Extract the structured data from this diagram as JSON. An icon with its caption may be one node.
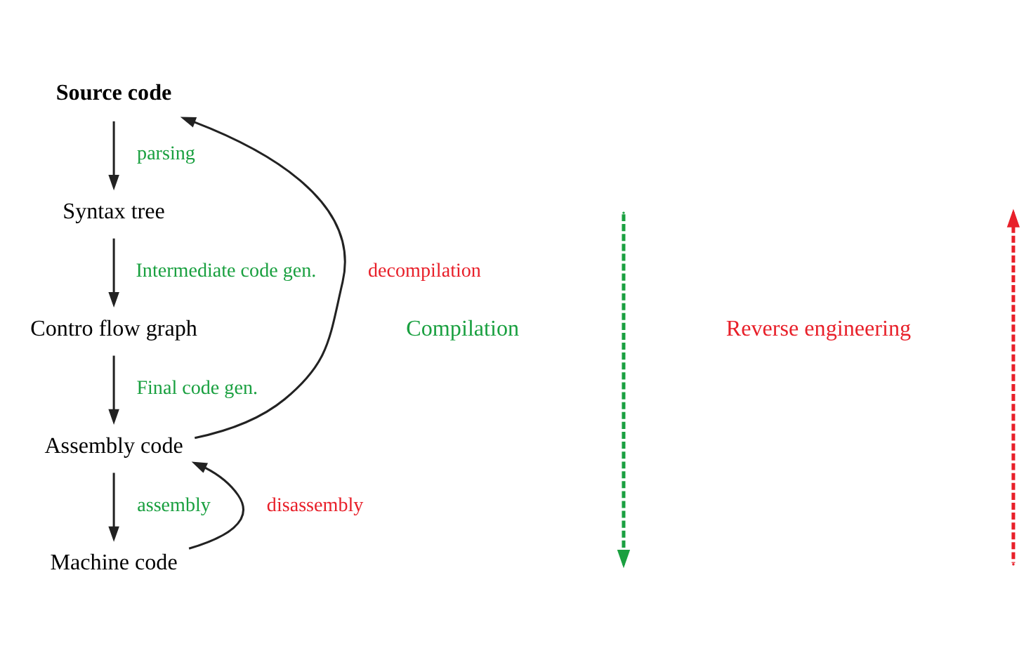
{
  "diagram": {
    "nodes": [
      {
        "text": [
          "Source code"
        ]
      },
      {
        "text": [
          "Syntax tree"
        ]
      },
      {
        "text": [
          "Contro flow graph"
        ]
      },
      {
        "text": [
          "Assembly code"
        ]
      },
      {
        "text": [
          "Machine code"
        ]
      }
    ],
    "edges": [
      {
        "from": 0,
        "to": 1,
        "arrow": "to",
        "label": "parsing"
      },
      {
        "from": 1,
        "to": 2,
        "arrow": "to",
        "label": "Intermediate code gen."
      },
      {
        "from": 2,
        "to": 3,
        "arrow": "to",
        "label": "Final code gen."
      },
      {
        "from": 3,
        "to": 4,
        "arrow": "to",
        "label": "assembly"
      },
      {
        "from": 4,
        "to": 3,
        "arrow": "to",
        "label": "disassembly"
      },
      {
        "from": 3,
        "to": 0,
        "arrow": "to",
        "label": "decompilation"
      }
    ],
    "labels": [
      "Compilation",
      "Reverse engineering"
    ]
  }
}
